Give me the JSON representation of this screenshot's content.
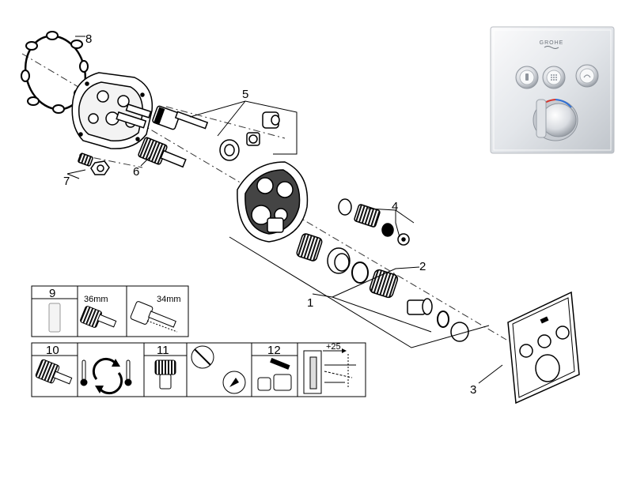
{
  "diagram": {
    "part_numbers": {
      "p1": "1",
      "p2": "2",
      "p3": "3",
      "p4": "4",
      "p5": "5",
      "p6": "6",
      "p7": "7",
      "p8": "8",
      "p9": "9",
      "p10": "10",
      "p11": "11",
      "p12": "12"
    },
    "size_labels": {
      "size_a": "36mm",
      "size_b": "34mm"
    },
    "adjust_label": "+25",
    "brand_mark": "GROHE"
  },
  "colors": {
    "line": "#000000",
    "dashed_axis": "#333333",
    "chrome_light": "#f4f5f7",
    "chrome_mid": "#d6d9de",
    "chrome_dark": "#9aa0a8",
    "hot_indicator": "#d9342b",
    "cold_indicator": "#2f6fd6"
  },
  "icons": [
    "cartridge-icon",
    "thermostat-rotate-icon",
    "temperature-icon",
    "no-grease-icon",
    "extension-icon",
    "dimension-icon"
  ]
}
